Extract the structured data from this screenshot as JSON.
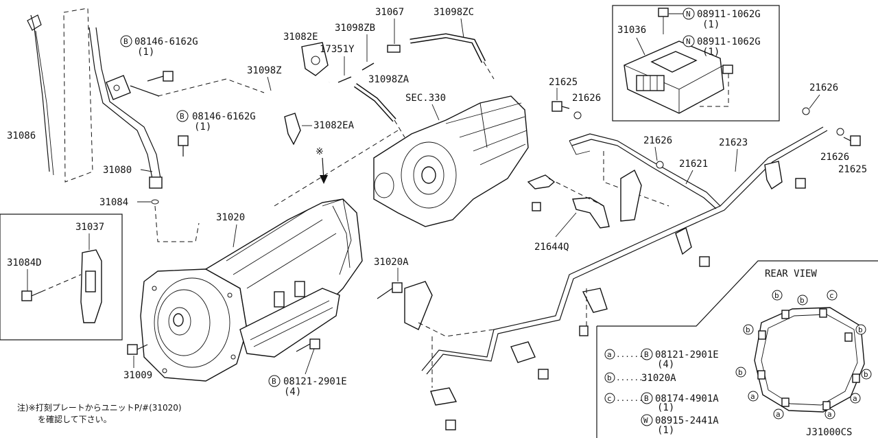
{
  "labels": {
    "p31086": "31086",
    "p31080": "31080",
    "p31084": "31084",
    "p31037": "31037",
    "p31084d": "31084D",
    "p31009": "31009",
    "p31020": "31020",
    "p31020a": "31020A",
    "p31082e": "31082E",
    "p31098z": "31098Z",
    "p17351y": "17351Y",
    "p31098zb": "31098ZB",
    "p31067": "31067",
    "p31098zc": "31098ZC",
    "p31098za": "31098ZA",
    "p31082ea": "31082EA",
    "sec330": "SEC.330",
    "p31036": "31036",
    "p21625a": "21625",
    "p21626a": "21626",
    "p21626b": "21626",
    "p21626c": "21626",
    "p21626d": "21626",
    "p21625b": "21625",
    "p21623": "21623",
    "p21621": "21621",
    "p21644q": "21644Q",
    "bolt1": "08146-6162G",
    "bolt1_qty": "(1)",
    "bolt2": "08146-6162G",
    "bolt2_qty": "(1)",
    "bolt3": "08121-2901E",
    "bolt3_qty": "(4)",
    "nut1": "08911-1062G",
    "nut1_qty": "(1)",
    "nut2": "08911-1062G",
    "nut2_qty": "(1)",
    "note_mark": "※",
    "diagram_code": "J31000CS"
  },
  "prefix_letters": {
    "b": "B",
    "n": "N",
    "w": "W",
    "a_small": "a",
    "b_small": "b",
    "c_small": "c"
  },
  "rear_view": {
    "title": "REAR VIEW",
    "legend": [
      {
        "key": "a",
        "prefix": "B",
        "part": "08121-2901E",
        "qty": "(4)"
      },
      {
        "key": "b",
        "prefix": "",
        "part": "31020A",
        "qty": ""
      },
      {
        "key": "c",
        "prefix": "B",
        "part": "08174-4901A",
        "qty": "(1)"
      },
      {
        "key": "",
        "prefix": "W",
        "part": "08915-2441A",
        "qty": "(1)"
      }
    ],
    "dots": "........"
  },
  "note": {
    "line1": "注)※打刻プレートからユニットP/#(31020)",
    "line2": "を確認して下さい。"
  }
}
